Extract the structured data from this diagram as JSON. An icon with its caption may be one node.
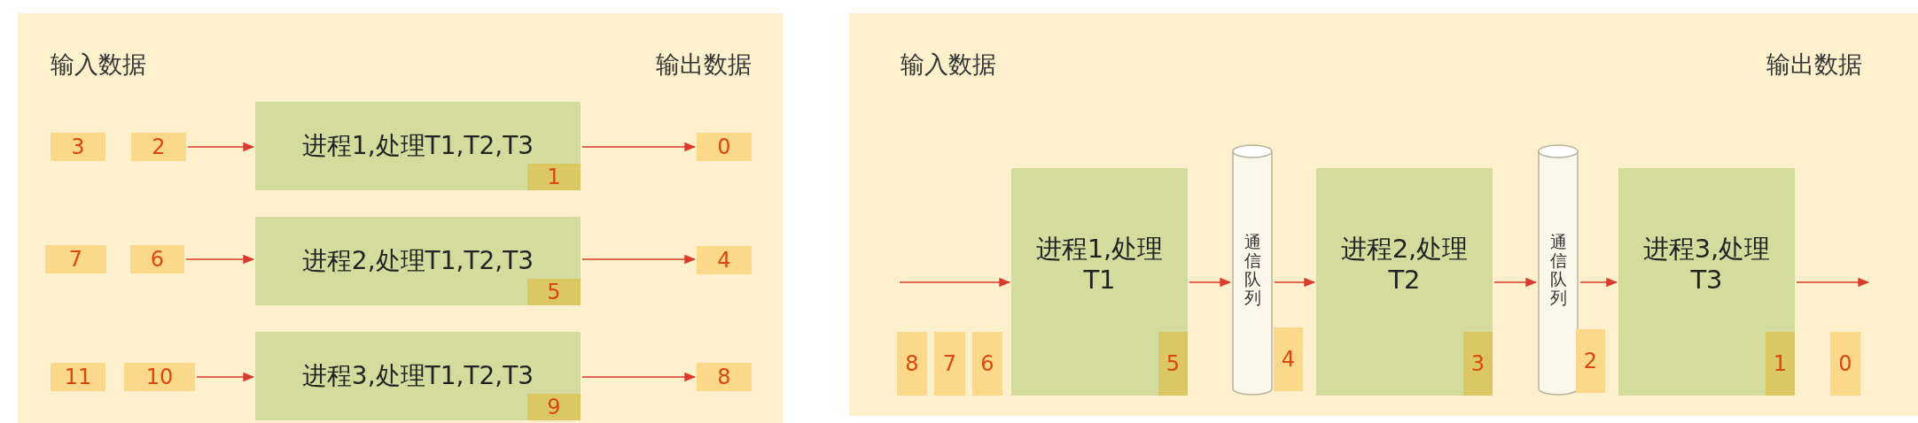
{
  "diagram": {
    "nodes": [
      {
        "text": [
          "输入数据",
          "输出数据"
        ]
      },
      {
        "text": [
          "3"
        ],
        "in": 0
      },
      {
        "text": [
          "2"
        ],
        "in": 0
      },
      {
        "text": [
          "进程1,处理T1,T2,T3"
        ],
        "in": 0
      },
      {
        "text": [
          "1"
        ],
        "in": 3
      },
      {
        "text": [
          "0"
        ],
        "in": 0
      },
      {
        "text": [
          "7"
        ],
        "in": 0
      },
      {
        "text": [
          "6"
        ],
        "in": 0
      },
      {
        "text": [
          "进程2,处理T1,T2,T3"
        ],
        "in": 0
      },
      {
        "text": [
          "5"
        ],
        "in": 8
      },
      {
        "text": [
          "4"
        ],
        "in": 0
      },
      {
        "text": [
          "11"
        ],
        "in": 0
      },
      {
        "text": [
          "10"
        ],
        "in": 0
      },
      {
        "text": [
          "进程3,处理T1,T2,T3"
        ],
        "in": 0
      },
      {
        "text": [
          "9"
        ],
        "in": 13
      },
      {
        "text": [
          "8"
        ],
        "in": 0
      },
      {
        "text": [
          "输入数据",
          "输出数据"
        ]
      },
      {
        "text": [
          "8"
        ],
        "in": 16
      },
      {
        "text": [
          "7"
        ],
        "in": 16
      },
      {
        "text": [
          "6"
        ],
        "in": 16
      },
      {
        "text": [
          "进程1,处理T1"
        ],
        "in": 16
      },
      {
        "text": [
          "5"
        ],
        "in": 20
      },
      {
        "text": [
          "通信队列"
        ],
        "in": 16
      },
      {
        "text": [
          "4"
        ],
        "in": 16
      },
      {
        "text": [
          "进程2,处理T2"
        ],
        "in": 16
      },
      {
        "text": [
          "3"
        ],
        "in": 24
      },
      {
        "text": [
          "通信队列"
        ],
        "in": 16
      },
      {
        "text": [
          "2"
        ],
        "in": 16
      },
      {
        "text": [
          "进程3,处理T3"
        ],
        "in": 16
      },
      {
        "text": [
          "1"
        ],
        "in": 28
      },
      {
        "text": [
          "0"
        ],
        "in": 16
      }
    ],
    "edges": [
      {
        "from": 2,
        "to": 3,
        "arrow": "to"
      },
      {
        "from": 3,
        "to": 5,
        "arrow": "to"
      },
      {
        "from": 7,
        "to": 8,
        "arrow": "to"
      },
      {
        "from": 8,
        "to": 10,
        "arrow": "to"
      },
      {
        "from": 12,
        "to": 13,
        "arrow": "to"
      },
      {
        "from": 13,
        "to": 15,
        "arrow": "to"
      },
      {
        "from": null,
        "to": 20,
        "arrow": "to"
      },
      {
        "from": 20,
        "to": 22,
        "arrow": "to"
      },
      {
        "from": 22,
        "to": 24,
        "arrow": "to"
      },
      {
        "from": 24,
        "to": 26,
        "arrow": "to"
      },
      {
        "from": 26,
        "to": 28,
        "arrow": "to"
      },
      {
        "from": 28,
        "to": null,
        "arrow": "to"
      }
    ]
  }
}
